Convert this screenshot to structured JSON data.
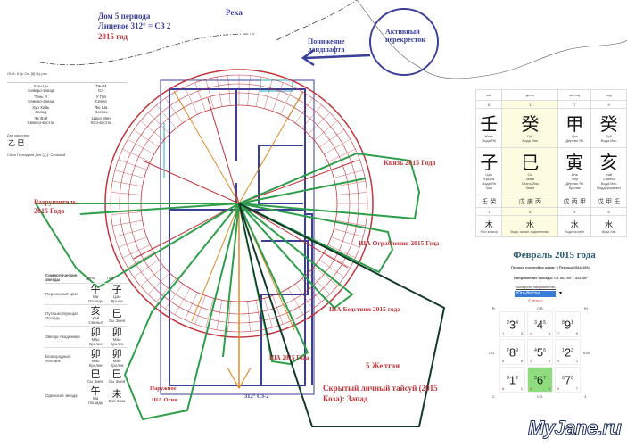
{
  "header": {
    "house": "Дом 5 периода",
    "facing": "Лицевое 312° = СЗ 2",
    "year": "2015 год",
    "river": "Река",
    "landscape_drop": "Понижение ландшафта",
    "active_crossroad": "Активный перекресток"
  },
  "labels": {
    "prince": "Князь 2015 Года",
    "destroyer": "Разрушитель 2015 Года",
    "robbery": "ША Ограбления  2015 Года",
    "disaster": "ША Бедствия 2015 года",
    "sha_year": "ША 2015 Года",
    "five_yellow": "5 Желтая",
    "hidden_taisui": "Скрытый личный тайсуй (2015 Коза): Запад",
    "outer_fire_1": "Наружное",
    "outer_fire_2": "ША Огня",
    "direction": "312° СЗ-2"
  },
  "left_info": {
    "gua": "GUA: 8   Гр  Ос. [8] Ну рис",
    "rows": [
      [
        "Шэн Ци",
        "Северо-запад",
        "Тян И",
        "Юг"
      ],
      [
        "Тянь Й",
        "Северо-запад",
        "У Гуй",
        "Север"
      ],
      [
        "Хуо Хайь",
        "Запад",
        "Лю Ша",
        "Восток"
      ],
      [
        "Фу Вэй",
        "Северо-восток",
        "Цзюэ Мин",
        "Юго-восток"
      ]
    ],
    "love_label": "Дни качества",
    "love_chars": "乙 巳",
    "strength": "Сила Господина Дня (乙): Сильный"
  },
  "bazi": {
    "headers": [
      "час",
      "день",
      "месяц",
      "год"
    ],
    "numbers": [
      "8",
      "1",
      "7",
      "9"
    ],
    "stems": [
      {
        "char": "壬",
        "py": "Жэнь",
        "el": "Вода Ян"
      },
      {
        "char": "癸",
        "py": "Гуй",
        "el": "Вода Инь"
      },
      {
        "char": "甲",
        "py": "Цзя",
        "el": "Дерево Ян"
      },
      {
        "char": "癸",
        "py": "Гуй",
        "el": "Вода Инь"
      }
    ],
    "branches": [
      {
        "char": "子",
        "py": "Цзы",
        "name": "Крыса",
        "el": "Вода Ян",
        "x": "Чжи"
      },
      {
        "char": "巳",
        "py": "Сы",
        "name": "Змея",
        "el": "Огонь Инь",
        "x": "Змея"
      },
      {
        "char": "寅",
        "py": "Инь",
        "name": "Тигр",
        "el": "Дерево Ян",
        "x": "Кролик"
      },
      {
        "char": "亥",
        "py": "Хай",
        "name": "Свинья",
        "el": "Вода Инь",
        "x": "Поддерживает"
      }
    ],
    "hidden": [
      "壬 癸",
      "戊 庚 丙",
      "戊 丙 甲",
      "戊 甲 壬"
    ],
    "nums2": [
      "1",
      "6",
      "9",
      "6"
    ],
    "elements": [
      "木",
      "水",
      "水",
      "水"
    ],
    "element_notes": [
      "Рост власти",
      "Вода, талант подчиненных",
      "Вода на небе",
      "Вода Хай"
    ]
  },
  "flying": {
    "title": "Февраль 2015 года",
    "period": "Период постройки дома: 5 Период 1944-1964",
    "facade": "Направление фасада: СЗ 307.50° - 322.49°",
    "select_label": "Выберите направление:",
    "select_value": "Юго-Восток",
    "link": "© feng.ru",
    "dirs": {
      "nw": "В",
      "n": "С/В",
      "ne": "Ю",
      "w": "С/З",
      "e": "Ю/В",
      "sw": "С",
      "s": "С/З",
      "se": "З"
    },
    "cells": [
      {
        "l": "2",
        "c": "3",
        "r": "4",
        "bl": "1",
        "br": "3"
      },
      {
        "l": "3",
        "c": "4",
        "r": "5",
        "bl": "2",
        "br": "4"
      },
      {
        "l": "8",
        "c": "9",
        "r": "1",
        "bl": "7",
        "br": "9"
      },
      {
        "l": "7",
        "c": "8",
        "r": "9",
        "bl": "6",
        "br": "8"
      },
      {
        "l": "4",
        "c": "5",
        "r": "6",
        "bl": "3",
        "br": "5"
      },
      {
        "l": "1",
        "c": "2",
        "r": "3",
        "bl": "9",
        "br": "2"
      },
      {
        "l": "9",
        "c": "1",
        "r": "2",
        "bl": "8",
        "br": "1"
      },
      {
        "l": "5",
        "c": "6",
        "r": "7",
        "bl": "4",
        "br": "6"
      },
      {
        "l": "6",
        "c": "7",
        "r": "8",
        "bl": "5",
        "br": "7"
      }
    ],
    "highlight": "#8fdc7e"
  },
  "stars_table": {
    "title": "Символические звезды",
    "col1": "день",
    "col2": "год",
    "rows": [
      {
        "name": "Персиковый Цвет",
        "a": "午",
        "ap": "Ма Лошадь",
        "b": "子",
        "bp": "Цзы Крыса"
      },
      {
        "name": "Путешествующая Лошадь",
        "a": "亥",
        "ap": "Хай Свинья",
        "b": "巳",
        "bp": "Сы Змея"
      },
      {
        "name": "Звезда Академика",
        "a": "卯",
        "ap": "Мао Кролик",
        "b": "卯",
        "bp": "Мао Кролик"
      },
      {
        "name": "Благородный человек",
        "a": "卯",
        "ap": "Мао Кролик",
        "b": "卯",
        "bp": "Мао Кролик"
      },
      {
        "name": "",
        "a": "巳",
        "ap": "Сы Змея",
        "b": "巳",
        "bp": "Сы Змея"
      },
      {
        "name": "Одинокая звезда",
        "a": "午",
        "ap": "Ма Лошадь",
        "b": "未",
        "bp": "Вэй Коза"
      }
    ]
  },
  "watermark": "MyJane.ru",
  "colors": {
    "blue": "#3a3f9a",
    "red": "#c0343a",
    "green": "#2e9e4a",
    "dark": "#123a2a",
    "orange": "#e08a2a"
  }
}
